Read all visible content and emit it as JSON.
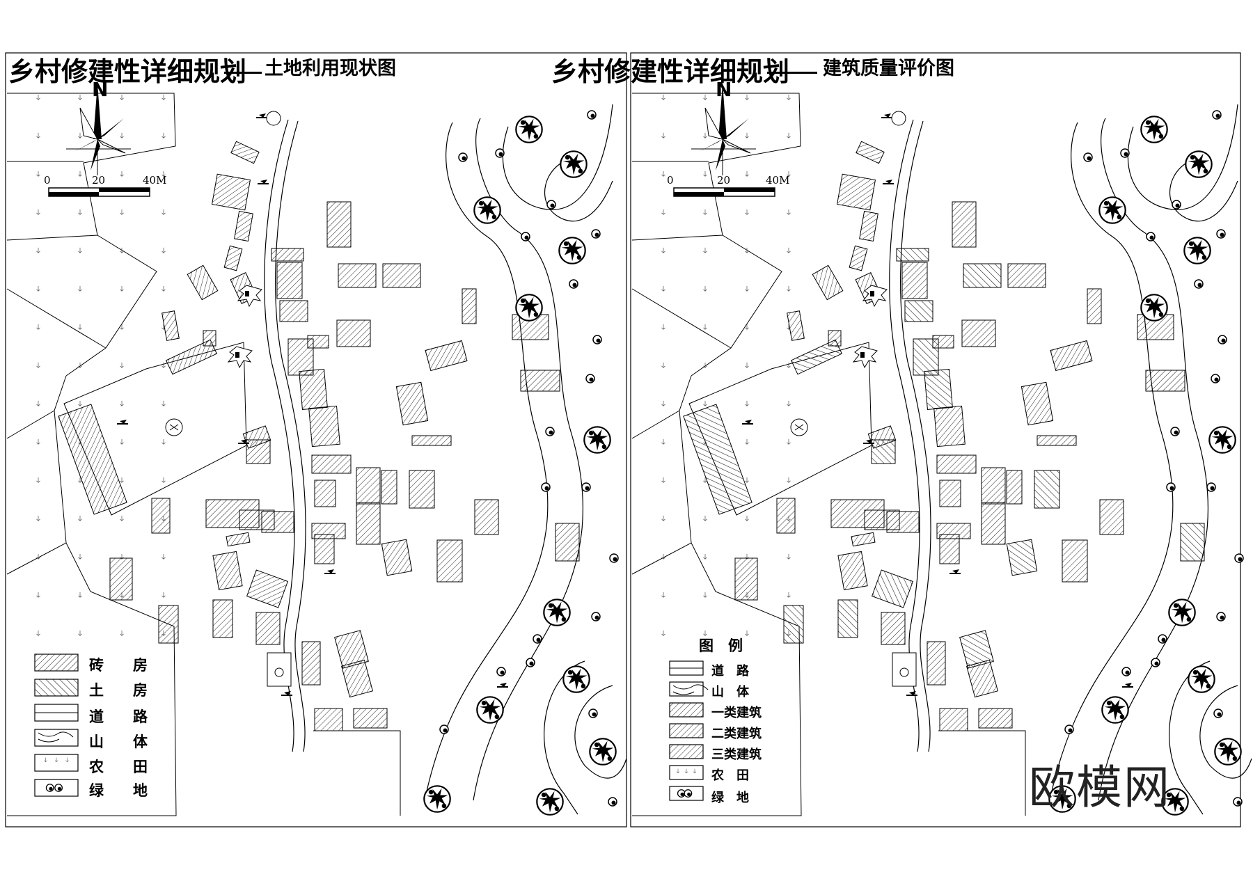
{
  "brand_mark": "欧模网",
  "panels": [
    {
      "title_main": "乡村修建性详细规划",
      "title_sub": "土地利用现状图",
      "north": "N",
      "scale": [
        "0",
        "20",
        "40M"
      ],
      "legend_heading": "",
      "legend": [
        {
          "pattern": "hatch-dense",
          "label": "砖　　房"
        },
        {
          "pattern": "hatch-cross",
          "label": "土　　房"
        },
        {
          "pattern": "road",
          "label": "道　　路"
        },
        {
          "pattern": "contour",
          "label": "山　　体"
        },
        {
          "pattern": "field",
          "label": "农　　田"
        },
        {
          "pattern": "trees",
          "label": "绿　　地"
        }
      ]
    },
    {
      "title_main": "乡村修建性详细规划",
      "title_sub": "建筑质量评价图",
      "north": "N",
      "scale": [
        "0",
        "20",
        "40M"
      ],
      "legend_heading": "图　例",
      "legend": [
        {
          "pattern": "road",
          "label": "道　路"
        },
        {
          "pattern": "contour",
          "label": "山　体"
        },
        {
          "pattern": "hatch-dense",
          "label": "一类建筑"
        },
        {
          "pattern": "hatch-dense",
          "label": "二类建筑"
        },
        {
          "pattern": "hatch-dense",
          "label": "三类建筑"
        },
        {
          "pattern": "field",
          "label": "农　田"
        },
        {
          "pattern": "trees",
          "label": "绿　地"
        }
      ]
    }
  ],
  "colors": {
    "ink": "#000000",
    "line": "#111111"
  }
}
